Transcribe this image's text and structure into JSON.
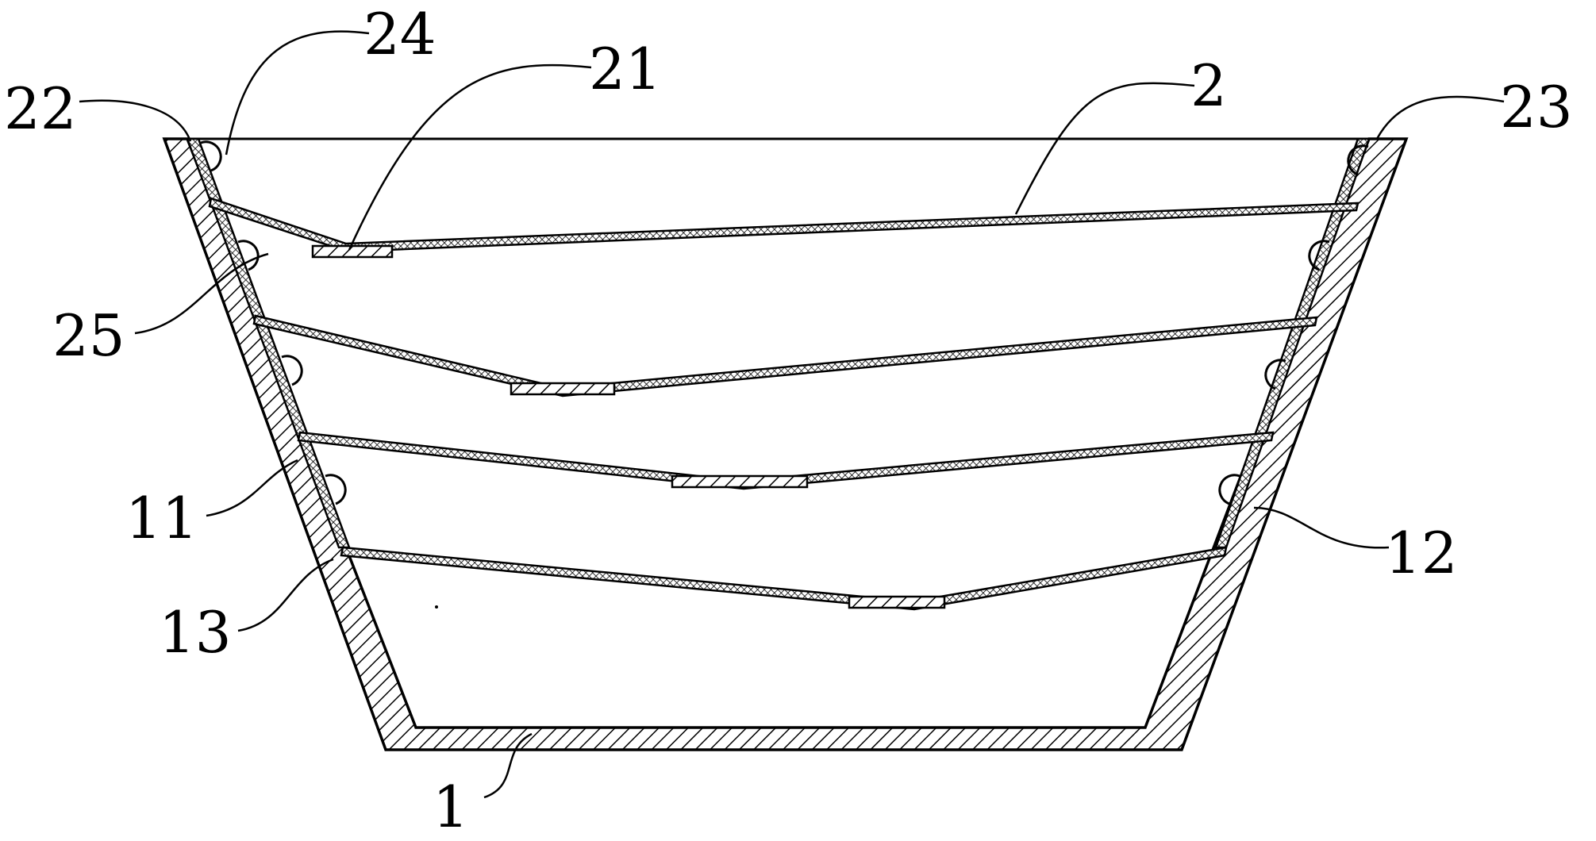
{
  "diagram": {
    "colors": {
      "ink": "#000000",
      "paper": "#ffffff"
    },
    "labels": {
      "container_body": "1",
      "tray": "2",
      "side_wall_left": "11",
      "side_wall_right": "12",
      "support_ledge": "13",
      "bottom_bump": "21",
      "tray_edge_left": "22",
      "tray_edge_right": "23",
      "roller_top_left": "24",
      "roller_tray_left": "25"
    }
  }
}
